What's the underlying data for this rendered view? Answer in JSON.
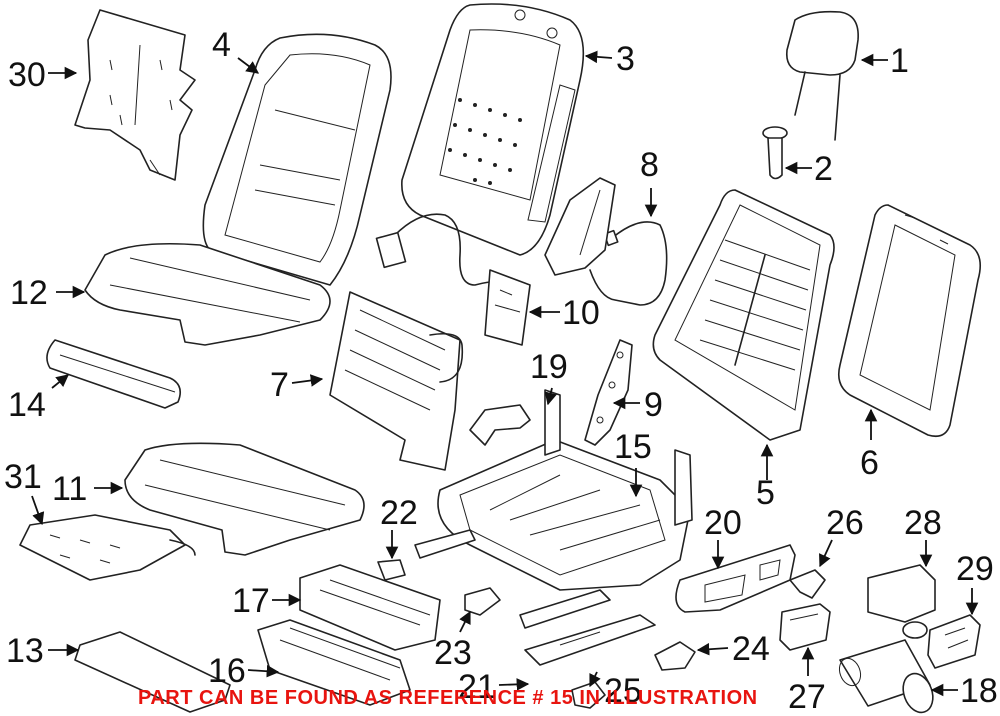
{
  "diagram": {
    "callouts": [
      "30",
      "4",
      "3",
      "1",
      "2",
      "8",
      "12",
      "10",
      "7",
      "14",
      "19",
      "9",
      "5",
      "6",
      "15",
      "31",
      "11",
      "22",
      "20",
      "26",
      "28",
      "29",
      "17",
      "23",
      "24",
      "16",
      "13",
      "21",
      "25",
      "27",
      "18"
    ],
    "footnote": "PART CAN BE FOUND AS REFERENCE # 15 IN ILLUSTRATION"
  },
  "colors": {
    "ink": "#222222",
    "note": "#e8140f",
    "background": "#ffffff"
  }
}
